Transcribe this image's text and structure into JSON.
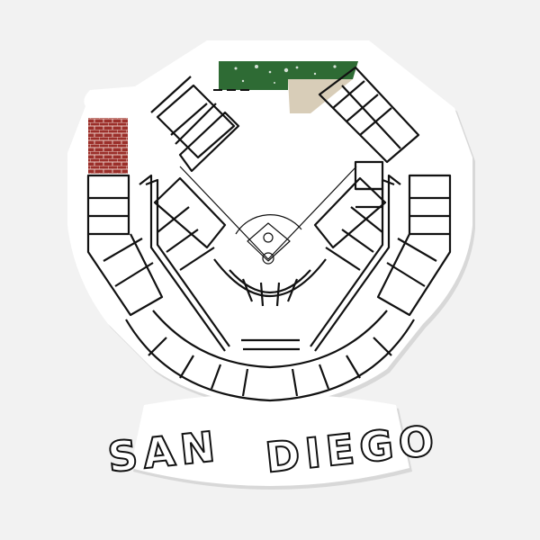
{
  "sticker": {
    "title": "SAN DIEGO",
    "title_words": [
      "SAN",
      "DIEGO"
    ],
    "subject": "Baseball stadium seating map"
  },
  "colors": {
    "background": "#f2f2f2",
    "sticker_fill": "#ffffff",
    "sticker_shadow": "#d8d8d8",
    "outline": "#111111",
    "grass": "#2e6b34",
    "sand": "#d8cdb8",
    "brick": "#9b2f2a",
    "brick_mortar": "#e9c9c2"
  }
}
